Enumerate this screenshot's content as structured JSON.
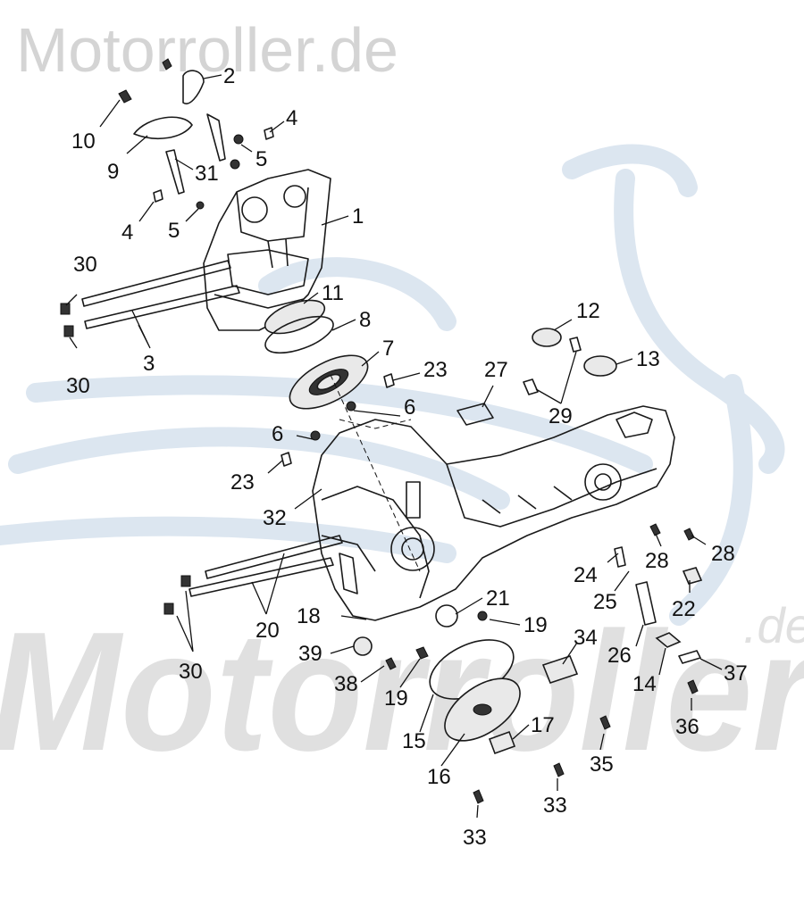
{
  "watermark": {
    "top_text": "Motorroller.de",
    "big_text": "Motorroller",
    "suffix_text": ".de",
    "logo_color": "#dce6f0"
  },
  "callouts": [
    {
      "id": "2",
      "label": "2"
    },
    {
      "id": "10",
      "label": "10"
    },
    {
      "id": "4a",
      "label": "4"
    },
    {
      "id": "9",
      "label": "9"
    },
    {
      "id": "31",
      "label": "31"
    },
    {
      "id": "5a",
      "label": "5"
    },
    {
      "id": "4b",
      "label": "4"
    },
    {
      "id": "5b",
      "label": "5"
    },
    {
      "id": "1",
      "label": "1"
    },
    {
      "id": "30a",
      "label": "30"
    },
    {
      "id": "11",
      "label": "11"
    },
    {
      "id": "8",
      "label": "8"
    },
    {
      "id": "3",
      "label": "3"
    },
    {
      "id": "30b",
      "label": "30"
    },
    {
      "id": "12",
      "label": "12"
    },
    {
      "id": "7",
      "label": "7"
    },
    {
      "id": "13",
      "label": "13"
    },
    {
      "id": "23a",
      "label": "23"
    },
    {
      "id": "27",
      "label": "27"
    },
    {
      "id": "6a",
      "label": "6"
    },
    {
      "id": "29",
      "label": "29"
    },
    {
      "id": "6b",
      "label": "6"
    },
    {
      "id": "23b",
      "label": "23"
    },
    {
      "id": "32",
      "label": "32"
    },
    {
      "id": "28a",
      "label": "28"
    },
    {
      "id": "28b",
      "label": "28"
    },
    {
      "id": "24",
      "label": "24"
    },
    {
      "id": "25",
      "label": "25"
    },
    {
      "id": "22",
      "label": "22"
    },
    {
      "id": "21",
      "label": "21"
    },
    {
      "id": "18",
      "label": "18"
    },
    {
      "id": "19a",
      "label": "19"
    },
    {
      "id": "20",
      "label": "20"
    },
    {
      "id": "34",
      "label": "34"
    },
    {
      "id": "26",
      "label": "26"
    },
    {
      "id": "39",
      "label": "39"
    },
    {
      "id": "37",
      "label": "37"
    },
    {
      "id": "30c",
      "label": "30"
    },
    {
      "id": "38",
      "label": "38"
    },
    {
      "id": "14",
      "label": "14"
    },
    {
      "id": "19b",
      "label": "19"
    },
    {
      "id": "17",
      "label": "17"
    },
    {
      "id": "36",
      "label": "36"
    },
    {
      "id": "15",
      "label": "15"
    },
    {
      "id": "35",
      "label": "35"
    },
    {
      "id": "16",
      "label": "16"
    },
    {
      "id": "33a",
      "label": "33"
    },
    {
      "id": "33b",
      "label": "33"
    }
  ]
}
